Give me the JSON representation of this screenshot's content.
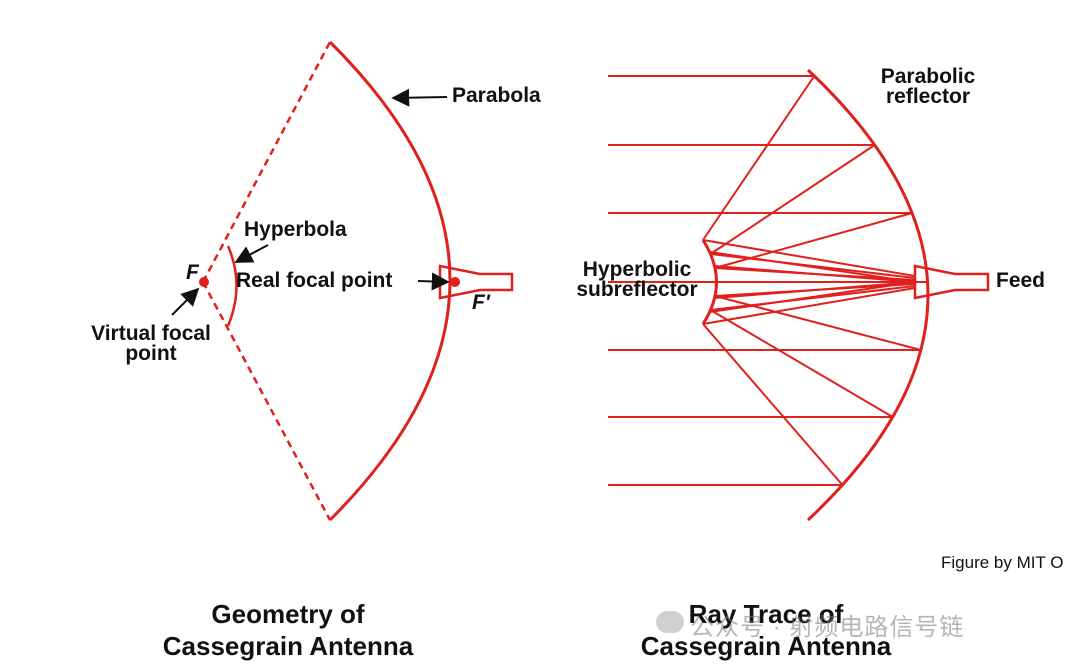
{
  "colors": {
    "accent": "#e0201c",
    "text": "#111111"
  },
  "left_diagram": {
    "parabola_label": "Parabola",
    "hyperbola_label": "Hyperbola",
    "focal_f_label": "F",
    "focal_f_prime_label": "F'",
    "real_focal_label": "Real focal point",
    "virtual_focal_line1": "Virtual focal",
    "virtual_focal_line2": "point",
    "caption_line1": "Geometry of",
    "caption_line2": "Cassegrain Antenna"
  },
  "right_diagram": {
    "parabolic_line1": "Parabolic",
    "parabolic_line2": "reflector",
    "hyperbolic_line1": "Hyperbolic",
    "hyperbolic_line2": "subreflector",
    "feed_label": "Feed",
    "caption_line1": "Ray Trace of",
    "caption_line2": "Cassegrain Antenna"
  },
  "credit": "Figure by MIT O",
  "watermark": "公众号 · 射频电路信号链"
}
